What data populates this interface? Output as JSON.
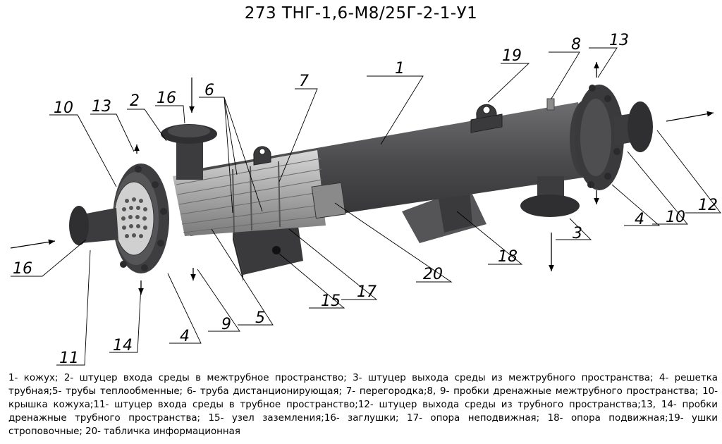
{
  "title": "273 ТНГ-1,6-М8/25Г-2-1-У1",
  "callouts": [
    "1",
    "2",
    "3",
    "4",
    "4",
    "5",
    "6",
    "7",
    "8",
    "9",
    "10",
    "10",
    "11",
    "12",
    "13",
    "13",
    "14",
    "15",
    "16",
    "16",
    "17",
    "18",
    "19",
    "20"
  ],
  "legend": "1- кожух; 2- штуцер входа среды в межтрубное пространство; 3- штуцер выхода среды из межтрубного пространства; 4- решетка трубная;5- трубы теплообменные; 6- труба дистанционирующая; 7- перегородка;8, 9- пробки дренажные межтрубного пространства; 10- крышка кожуха;11- штуцер входа среды в трубное пространство;12- штуцер выхода среды из трубного пространства;13, 14- пробки дренажные трубного пространства; 15- узел заземления;16- заглушки; 17- опора неподвижная; 18- опора подвижная;19- ушки строповочные; 20- табличка информационная",
  "colors": {
    "body": "#4a4a4c",
    "body_dark": "#2f2f31",
    "body_light": "#6c6c6e",
    "tubes": "#b8b8b8",
    "line": "#000000"
  }
}
